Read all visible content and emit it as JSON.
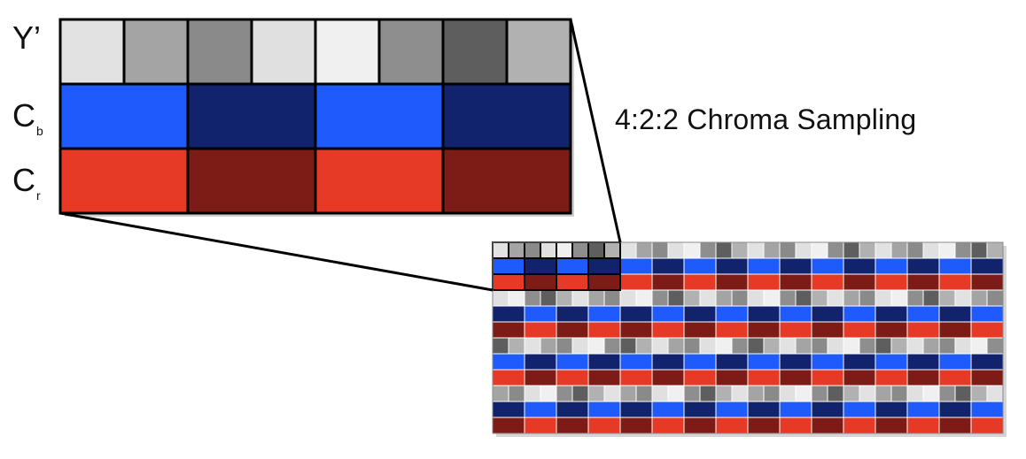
{
  "labels": {
    "luma": "Y’",
    "cb_base": "C",
    "cb_sub": "b",
    "cr_base": "C",
    "cr_sub": "r"
  },
  "title": "4:2:2 Chroma Sampling",
  "colors": {
    "cb_light": "#1f5afc",
    "cb_dark": "#10236c",
    "cr_light": "#e73a26",
    "cr_dark": "#7d1c16",
    "outline": "#000000",
    "grid_line": "#ffffff"
  },
  "detail": {
    "luma_grays": [
      "#e2e2e2",
      "#a4a4a4",
      "#8a8a8a",
      "#e0e0e0",
      "#f0f0f0",
      "#8e8e8e",
      "#5e5e5e",
      "#b1b1b1"
    ]
  },
  "grid": {
    "columns": 32,
    "row_groups": 4
  }
}
